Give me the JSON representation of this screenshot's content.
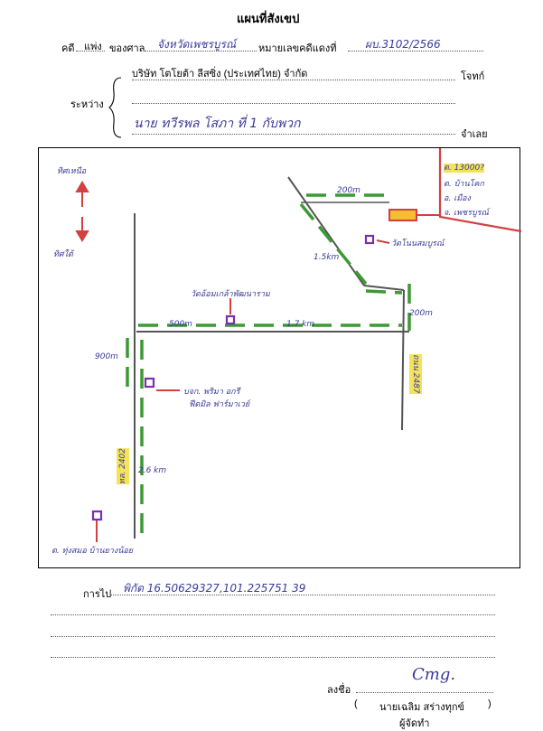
{
  "header": {
    "title": "แผนที่สังเขป"
  },
  "case": {
    "label_case": "คดี",
    "case_type": "แพ่ง",
    "label_court": "ของศาล",
    "court": "จังหวัดเพชรบูรณ์",
    "label_red_no": "หมายเลขคดีแดงที่",
    "red_no": "ผบ.3102/2566"
  },
  "parties": {
    "between_label": "ระหว่าง",
    "plaintiff": "บริษัท โตโยต้า ลีสซิ่ง (ประเทศไทย) จำกัด",
    "plaintiff_label": "โจทก์",
    "defendant": "นาย ทวีรพล โสภา ที่ 1 กับพวก",
    "defendant_label": "จำเลย"
  },
  "map": {
    "north": "ทิศเหนือ",
    "south": "ทิศใต้",
    "place_box": {
      "a": "ต. 13000?",
      "b": "ต. บ้านโคก",
      "c": "อ. เมือง",
      "d": "จ. เพชรบูรณ์"
    },
    "dist_200_top": "200m",
    "temple_right": "วัดโนนสมบูรณ์",
    "dist_15km": "1.5km",
    "dist_200_right": "200m",
    "temple_center": "วัดอ้อมเกล้าพัฒนาราม",
    "dist_500": "500m",
    "dist_17km": "1.7 km",
    "road_right": "ถนน 2487",
    "dist_900": "900m",
    "company": "บจก. พริมา อกรี",
    "company2": "ฟีดมิล ฟาร์มาเวย์",
    "road_left": "ทล. 2402",
    "dist_26km": "2.6 km",
    "bottom_place": "ต. ทุ่งสมอ บ้านยางน้อย"
  },
  "footer": {
    "route_label": "การไป",
    "route": "พิกัด 16.50629327,101.225751 39",
    "sign_label": "ลงชื่อ",
    "signature": "Cmg.",
    "signer_name": "นายเฉลิม สร่างทุกข์",
    "open_paren": "(",
    "close_paren": ")",
    "role": "ผู้จัดทำ"
  }
}
